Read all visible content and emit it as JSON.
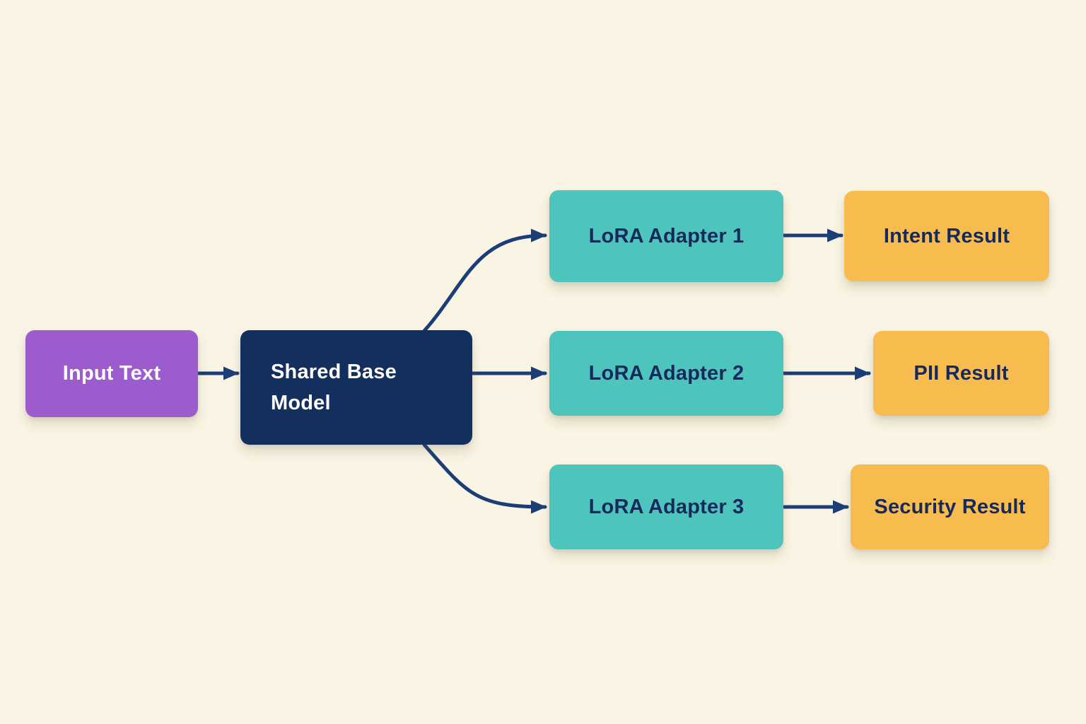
{
  "diagram": {
    "background_color": "#FAF4E4",
    "arrow_color": "#1C3E76",
    "nodes": [
      {
        "id": "input-text",
        "label": "Input Text",
        "fill": "#9C5CCD",
        "text_color": "#FFFFFF"
      },
      {
        "id": "shared-base-model",
        "label": "Shared Base Model",
        "fill": "#132F5D",
        "text_color": "#FFFFFF"
      },
      {
        "id": "lora-adapter-1",
        "label": "LoRA Adapter 1",
        "fill": "#4EC5BC",
        "text_color": "#16295C"
      },
      {
        "id": "lora-adapter-2",
        "label": "LoRA Adapter 2",
        "fill": "#4EC5BC",
        "text_color": "#16295C"
      },
      {
        "id": "lora-adapter-3",
        "label": "LoRA Adapter 3",
        "fill": "#4EC5BC",
        "text_color": "#16295C"
      },
      {
        "id": "intent-result",
        "label": "Intent Result",
        "fill": "#F8BC4E",
        "text_color": "#16295C"
      },
      {
        "id": "pii-result",
        "label": "PII Result",
        "fill": "#F8BC4E",
        "text_color": "#16295C"
      },
      {
        "id": "security-result",
        "label": "Security Result",
        "fill": "#F8BC4E",
        "text_color": "#16295C"
      }
    ],
    "edges": [
      {
        "from": "input-text",
        "to": "shared-base-model"
      },
      {
        "from": "shared-base-model",
        "to": "lora-adapter-1"
      },
      {
        "from": "shared-base-model",
        "to": "lora-adapter-2"
      },
      {
        "from": "shared-base-model",
        "to": "lora-adapter-3"
      },
      {
        "from": "lora-adapter-1",
        "to": "intent-result"
      },
      {
        "from": "lora-adapter-2",
        "to": "pii-result"
      },
      {
        "from": "lora-adapter-3",
        "to": "security-result"
      }
    ]
  }
}
